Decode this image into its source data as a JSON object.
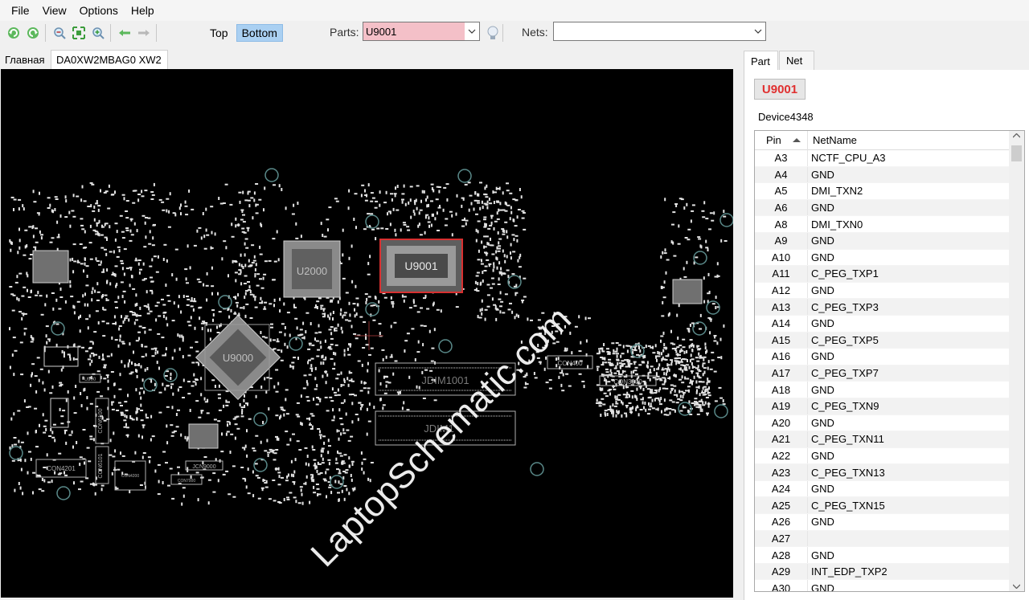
{
  "menu": {
    "file": "File",
    "view": "View",
    "options": "Options",
    "help": "Help"
  },
  "toolbar": {
    "top_label": "Top",
    "bottom_label": "Bottom",
    "parts_label": "Parts:",
    "parts_value": "U9001",
    "nets_label": "Nets:",
    "nets_value": ""
  },
  "doc_tabs": {
    "home": "Главная",
    "board": "DA0XW2MBAG0 XW2"
  },
  "board": {
    "labels": {
      "u9001": "U9001",
      "u2000": "U2000",
      "u9000": "U9000",
      "jdim1001": "JDIM1001",
      "jdim2": "JDIM1",
      "con400": "CON400",
      "con3000": "CON3000",
      "con4201": "CON4201",
      "jcn9000": "JCN9000",
      "con6100": "CON6100",
      "con6101": "CON6101",
      "u900": "U900",
      "con1": "CON4200",
      "con2": "CON7000"
    },
    "watermark": "LaptopSchematic.com"
  },
  "right_tabs": {
    "part": "Part",
    "net": "Net"
  },
  "part": {
    "name": "U9001",
    "device": "Device4348",
    "headers": {
      "pin": "Pin",
      "netname": "NetName"
    },
    "rows": [
      {
        "pin": "A3",
        "net": "NCTF_CPU_A3"
      },
      {
        "pin": "A4",
        "net": "GND"
      },
      {
        "pin": "A5",
        "net": "DMI_TXN2"
      },
      {
        "pin": "A6",
        "net": "GND"
      },
      {
        "pin": "A8",
        "net": "DMI_TXN0"
      },
      {
        "pin": "A9",
        "net": "GND"
      },
      {
        "pin": "A10",
        "net": "GND"
      },
      {
        "pin": "A11",
        "net": "C_PEG_TXP1"
      },
      {
        "pin": "A12",
        "net": "GND"
      },
      {
        "pin": "A13",
        "net": "C_PEG_TXP3"
      },
      {
        "pin": "A14",
        "net": "GND"
      },
      {
        "pin": "A15",
        "net": "C_PEG_TXP5"
      },
      {
        "pin": "A16",
        "net": "GND"
      },
      {
        "pin": "A17",
        "net": "C_PEG_TXP7"
      },
      {
        "pin": "A18",
        "net": "GND"
      },
      {
        "pin": "A19",
        "net": "C_PEG_TXN9"
      },
      {
        "pin": "A20",
        "net": "GND"
      },
      {
        "pin": "A21",
        "net": "C_PEG_TXN11"
      },
      {
        "pin": "A22",
        "net": "GND"
      },
      {
        "pin": "A23",
        "net": "C_PEG_TXN13"
      },
      {
        "pin": "A24",
        "net": "GND"
      },
      {
        "pin": "A25",
        "net": "C_PEG_TXN15"
      },
      {
        "pin": "A26",
        "net": "GND"
      },
      {
        "pin": "A27",
        "net": ""
      },
      {
        "pin": "A28",
        "net": "GND"
      },
      {
        "pin": "A29",
        "net": "INT_EDP_TXP2"
      },
      {
        "pin": "A30",
        "net": "GND"
      }
    ]
  },
  "colors": {
    "accent_selected": "#e03030",
    "parts_bg": "#f4c0c8",
    "board_bg": "#000000",
    "active_toggle": "#aad0f2"
  }
}
